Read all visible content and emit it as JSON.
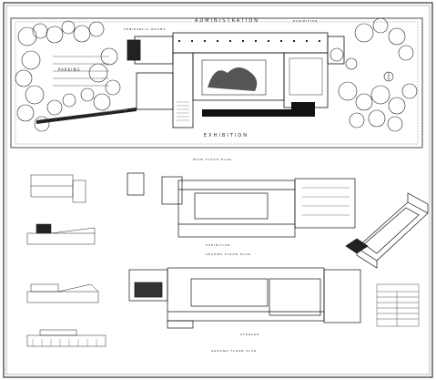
{
  "labels": {
    "semipublic": "SEMIPUBLIC ROOMS",
    "administration": "ADMINISTRATION",
    "exhibition_top": "EXHIBITION",
    "parking": "PARKING",
    "exhibition_main": "EXHIBITION",
    "main_plan": "MAIN FLOOR PLAN",
    "second_plan": "SECOND FLOOR PLAN",
    "ground_plan": "GROUND FLOOR PLAN",
    "exhibition_mid": "EXHIBITION",
    "storage": "STORAGE"
  },
  "colors": {
    "ink": "#1a1a1a",
    "paper": "#ffffff",
    "solid": "#111111"
  }
}
